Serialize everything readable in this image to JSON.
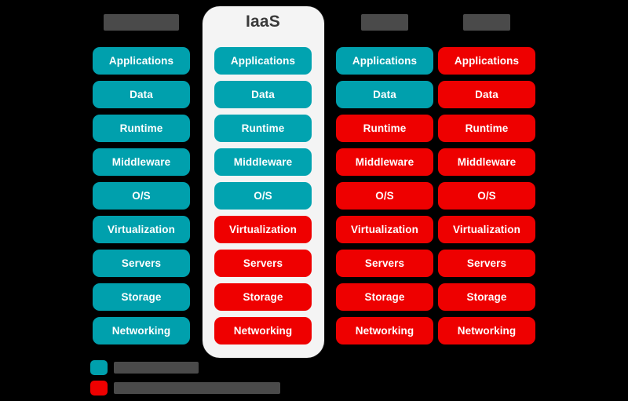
{
  "diagram": {
    "title_visible": "IaaS",
    "layers": [
      "Applications",
      "Data",
      "Runtime",
      "Middleware",
      "O/S",
      "Virtualization",
      "Servers",
      "Storage",
      "Networking"
    ],
    "colors": {
      "managed_by_you": "#00a0ad",
      "managed_by_provider": "#ee0000",
      "background": "#000000",
      "card_background": "#f4f4f4",
      "header_text": "#3a3a3a",
      "label_text": "#ffffff",
      "redaction": "#4a4a4a"
    },
    "columns": [
      {
        "id": "column-1",
        "header": "",
        "header_redacted": true,
        "highlighted": false,
        "rows": [
          {
            "label": "Applications",
            "color": "teal"
          },
          {
            "label": "Data",
            "color": "teal"
          },
          {
            "label": "Runtime",
            "color": "teal"
          },
          {
            "label": "Middleware",
            "color": "teal"
          },
          {
            "label": "O/S",
            "color": "teal"
          },
          {
            "label": "Virtualization",
            "color": "teal"
          },
          {
            "label": "Servers",
            "color": "teal"
          },
          {
            "label": "Storage",
            "color": "teal"
          },
          {
            "label": "Networking",
            "color": "teal"
          }
        ]
      },
      {
        "id": "column-2",
        "header": "IaaS",
        "header_redacted": false,
        "highlighted": true,
        "rows": [
          {
            "label": "Applications",
            "color": "teal"
          },
          {
            "label": "Data",
            "color": "teal"
          },
          {
            "label": "Runtime",
            "color": "teal"
          },
          {
            "label": "Middleware",
            "color": "teal"
          },
          {
            "label": "O/S",
            "color": "teal"
          },
          {
            "label": "Virtualization",
            "color": "red"
          },
          {
            "label": "Servers",
            "color": "red"
          },
          {
            "label": "Storage",
            "color": "red"
          },
          {
            "label": "Networking",
            "color": "red"
          }
        ]
      },
      {
        "id": "column-3",
        "header": "",
        "header_redacted": true,
        "highlighted": false,
        "rows": [
          {
            "label": "Applications",
            "color": "teal"
          },
          {
            "label": "Data",
            "color": "teal"
          },
          {
            "label": "Runtime",
            "color": "red"
          },
          {
            "label": "Middleware",
            "color": "red"
          },
          {
            "label": "O/S",
            "color": "red"
          },
          {
            "label": "Virtualization",
            "color": "red"
          },
          {
            "label": "Servers",
            "color": "red"
          },
          {
            "label": "Storage",
            "color": "red"
          },
          {
            "label": "Networking",
            "color": "red"
          }
        ]
      },
      {
        "id": "column-4",
        "header": "",
        "header_redacted": true,
        "highlighted": false,
        "rows": [
          {
            "label": "Applications",
            "color": "red"
          },
          {
            "label": "Data",
            "color": "red"
          },
          {
            "label": "Runtime",
            "color": "red"
          },
          {
            "label": "Middleware",
            "color": "red"
          },
          {
            "label": "O/S",
            "color": "red"
          },
          {
            "label": "Virtualization",
            "color": "red"
          },
          {
            "label": "Servers",
            "color": "red"
          },
          {
            "label": "Storage",
            "color": "red"
          },
          {
            "label": "Networking",
            "color": "red"
          }
        ]
      }
    ],
    "legend": [
      {
        "swatch": "teal",
        "label": "",
        "redacted": true
      },
      {
        "swatch": "red",
        "label": "",
        "redacted": true
      }
    ]
  }
}
